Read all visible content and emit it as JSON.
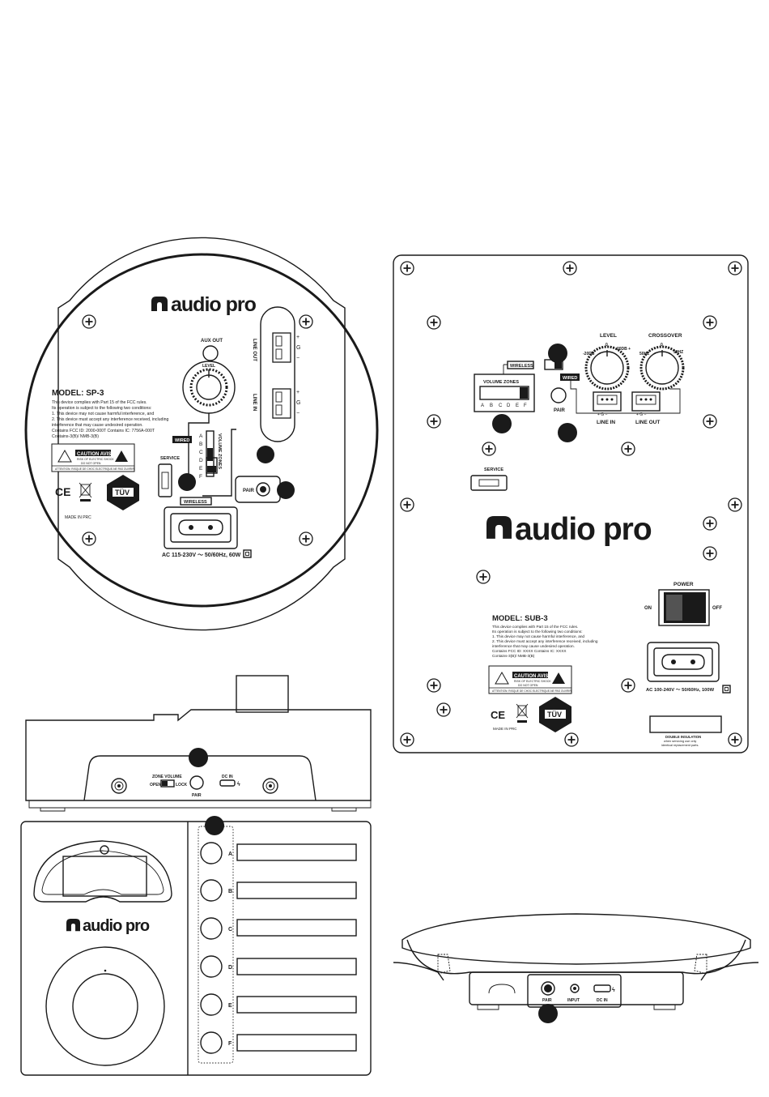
{
  "brand": "audio pro",
  "sp3": {
    "model": "MODEL: SP-3",
    "compliance": [
      "This device complies with Part 15 of the FCC rules.",
      "Its operation is subject to the following two conditions:",
      "1. This device may not cause harmful interference, and",
      "2. This device must accept any interference received, including",
      "interference that may cause undesired operation.",
      "Contains FCC ID: 2000-000T Contains IC: 7756A-000T",
      "Contains-3(B)/ NMB-3(B)"
    ],
    "caution_title": "CAUTION AVIS",
    "caution_line1": "RISK OF ELECTRIC SHOCK",
    "caution_line2": "DO NOT OPEN",
    "caution_bottom": "ATTENTION: RISQUE DE CHOC ELECTRIQUE-NE PAS OUVRIR",
    "made_in": "MADE IN PRC",
    "tuv": "TÜV",
    "aux_out": "AUX OUT",
    "level": "LEVEL",
    "line_out": "LINE OUT",
    "line_in": "LINE IN",
    "terminal_marks": [
      "+",
      "G",
      "−"
    ],
    "wired": "WIRED",
    "wireless": "WIRELESS",
    "service": "SERVICE",
    "volume_zones": "VOLUME ZONES",
    "zone_letters": [
      "A",
      "B",
      "C",
      "D",
      "E",
      "F"
    ],
    "pair": "PAIR",
    "ac": "AC 115-230V ～ 50/60Hz, 60W"
  },
  "sub3": {
    "level": "LEVEL",
    "crossover": "CROSSOVER",
    "knob_level_marks": [
      "-20DB",
      "0",
      "20DB +"
    ],
    "knob_cross_marks": [
      "50HZ",
      "0",
      "30HZ"
    ],
    "wireless": "WIRELESS",
    "wired": "WIRED",
    "volume_zones": "VOLUME ZONES",
    "zone_letters": [
      "A",
      "B",
      "C",
      "D",
      "E",
      "F"
    ],
    "pair": "PAIR",
    "line_in": "LINE IN",
    "line_out": "LINE OUT",
    "terminal_marks": "+ G −",
    "service": "SERVICE",
    "power": "POWER",
    "on": "ON",
    "off": "OFF",
    "model": "MODEL: SUB-3",
    "compliance": [
      "This device complies with Part 15 of the FCC rules.",
      "Its operation is subject to the following two conditions:",
      "1. This device may not cause harmful interference, and",
      "2. This device must accept any interference received, including",
      "interference that may cause undesired operation.",
      "Contains FCC ID: XXXX Contains IC: XXXX",
      "Contains-3(B)/ NMB-3(B)"
    ],
    "caution_title": "CAUTION AVIS",
    "caution_line1": "RISK OF ELECTRIC SHOCK",
    "caution_line2": "DO NOT OPEN",
    "caution_bottom": "ATTENTION: RISQUE DE CHOC ELECTRIQUE-NE PAS OUVRIR",
    "made_in": "MADE IN PRC",
    "ac": "AC 100-240V ～ 50/60Hz, 100W",
    "double_insulation": "DOUBLE INSULATION",
    "insulation_note_1": "when servicing use only",
    "insulation_note_2": "identical replacement parts."
  },
  "base": {
    "zone_volume": "ZONE VOLUME",
    "open": "OPEN",
    "lock": "LOCK",
    "pair": "PAIR",
    "dc_in": "DC IN"
  },
  "remote": {
    "brand": "audio pro",
    "zones": [
      "A",
      "B",
      "C",
      "D",
      "E",
      "F"
    ]
  },
  "speaker_base": {
    "pair": "PAIR",
    "input": "INPUT",
    "dc_in": "DC IN"
  }
}
